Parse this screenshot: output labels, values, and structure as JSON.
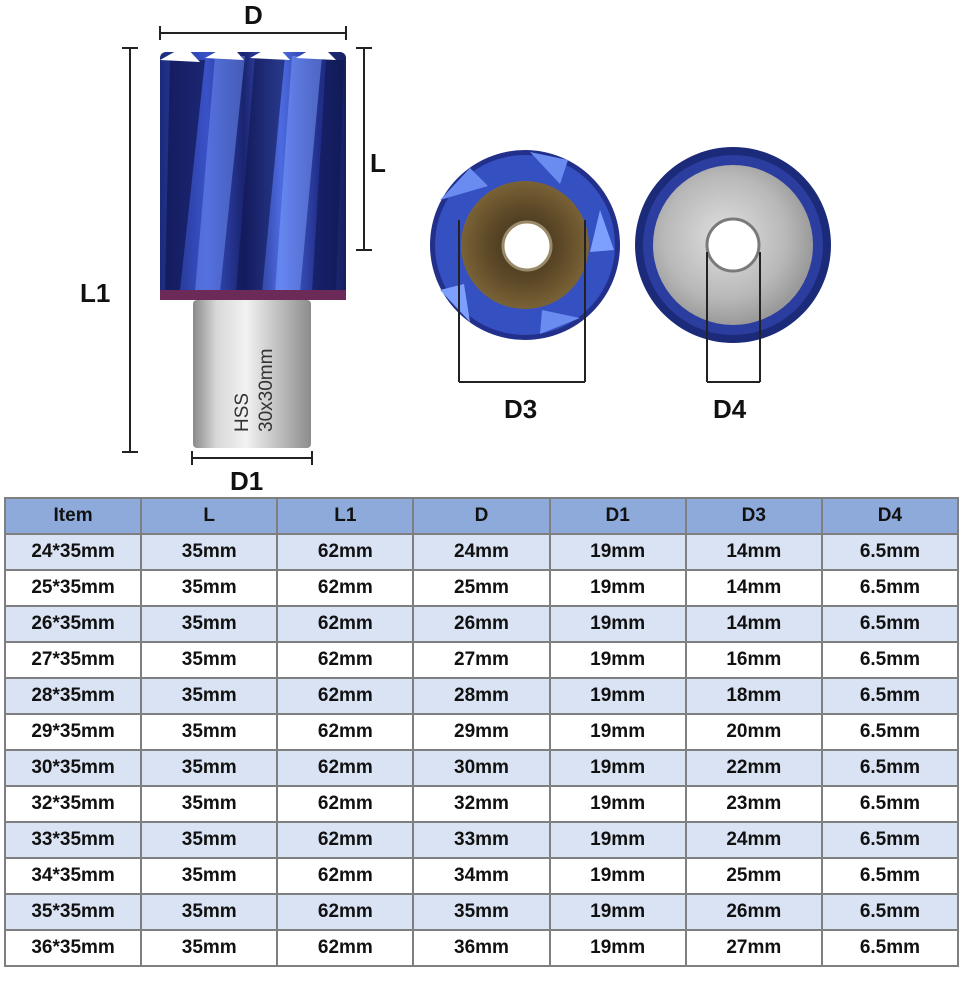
{
  "diagram": {
    "labels": {
      "D": "D",
      "L": "L",
      "L1": "L1",
      "D1": "D1",
      "D3": "D3",
      "D4": "D4"
    },
    "shank_marking": [
      "HSS",
      "30x30mm"
    ],
    "colors": {
      "coating_blue": "#2a3a9c",
      "coating_highlight": "#6a8bf0",
      "shank_steel": "#c8c8c8",
      "bore_bronze": "#6b5530"
    }
  },
  "table": {
    "headers": [
      "Item",
      "L",
      "L1",
      "D",
      "D1",
      "D3",
      "D4"
    ],
    "rows": [
      [
        "24*35mm",
        "35mm",
        "62mm",
        "24mm",
        "19mm",
        "14mm",
        "6.5mm"
      ],
      [
        "25*35mm",
        "35mm",
        "62mm",
        "25mm",
        "19mm",
        "14mm",
        "6.5mm"
      ],
      [
        "26*35mm",
        "35mm",
        "62mm",
        "26mm",
        "19mm",
        "14mm",
        "6.5mm"
      ],
      [
        "27*35mm",
        "35mm",
        "62mm",
        "27mm",
        "19mm",
        "16mm",
        "6.5mm"
      ],
      [
        "28*35mm",
        "35mm",
        "62mm",
        "28mm",
        "19mm",
        "18mm",
        "6.5mm"
      ],
      [
        "29*35mm",
        "35mm",
        "62mm",
        "29mm",
        "19mm",
        "20mm",
        "6.5mm"
      ],
      [
        "30*35mm",
        "35mm",
        "62mm",
        "30mm",
        "19mm",
        "22mm",
        "6.5mm"
      ],
      [
        "32*35mm",
        "35mm",
        "62mm",
        "32mm",
        "19mm",
        "23mm",
        "6.5mm"
      ],
      [
        "33*35mm",
        "35mm",
        "62mm",
        "33mm",
        "19mm",
        "24mm",
        "6.5mm"
      ],
      [
        "34*35mm",
        "35mm",
        "62mm",
        "34mm",
        "19mm",
        "25mm",
        "6.5mm"
      ],
      [
        "35*35mm",
        "35mm",
        "62mm",
        "35mm",
        "19mm",
        "26mm",
        "6.5mm"
      ],
      [
        "36*35mm",
        "35mm",
        "62mm",
        "36mm",
        "19mm",
        "27mm",
        "6.5mm"
      ]
    ],
    "colors": {
      "header_bg": "#8eaadb",
      "alt_row_bg": "#dae3f3",
      "border": "#7f7f7f"
    }
  }
}
